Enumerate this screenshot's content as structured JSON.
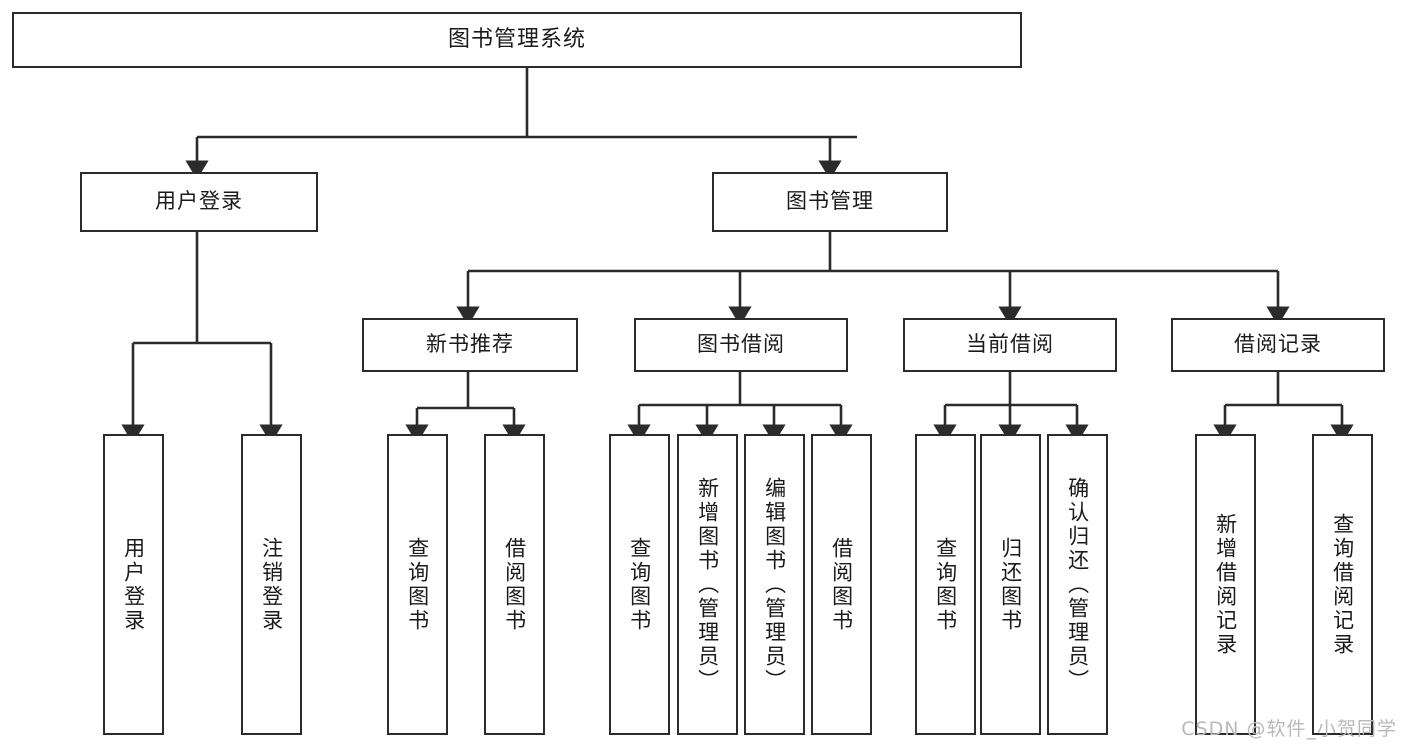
{
  "diagram": {
    "title": "图书管理系统",
    "type": "function-structure-tree",
    "watermark": "CSDN @软件_小贺同学",
    "colors": {
      "background": "#ffffff",
      "box_fill": "#ffffff",
      "box_stroke": "#2b2b2b",
      "connector": "#2b2b2b",
      "text": "#1a1a1a",
      "watermark": "#b9b9b9"
    }
  },
  "nodes": {
    "root": {
      "label": "图书管理系统",
      "level": 0,
      "orientation": "horizontal"
    },
    "level1": [
      {
        "id": "user-login",
        "label": "用户登录",
        "orientation": "horizontal"
      },
      {
        "id": "book-manage",
        "label": "图书管理",
        "orientation": "horizontal"
      }
    ],
    "level2": [
      {
        "id": "new-book-recommend",
        "label": "新书推荐",
        "orientation": "horizontal",
        "parent": "book-manage"
      },
      {
        "id": "book-borrow",
        "label": "图书借阅",
        "orientation": "horizontal",
        "parent": "book-manage"
      },
      {
        "id": "current-borrow",
        "label": "当前借阅",
        "orientation": "horizontal",
        "parent": "book-manage"
      },
      {
        "id": "borrow-record",
        "label": "借阅记录",
        "orientation": "horizontal",
        "parent": "book-manage"
      }
    ],
    "leaves": [
      {
        "id": "leaf-user-login",
        "label": "用户登录",
        "orientation": "vertical",
        "parent": "user-login"
      },
      {
        "id": "leaf-user-logout",
        "label": "注销登录",
        "orientation": "vertical",
        "parent": "user-login"
      },
      {
        "id": "leaf-query-book-1",
        "label": "查询图书",
        "orientation": "vertical",
        "parent": "new-book-recommend"
      },
      {
        "id": "leaf-borrow-book-1",
        "label": "借阅图书",
        "orientation": "vertical",
        "parent": "new-book-recommend"
      },
      {
        "id": "leaf-query-book-2",
        "label": "查询图书",
        "orientation": "vertical",
        "parent": "book-borrow"
      },
      {
        "id": "leaf-add-book",
        "label": "新增图书（管理员）",
        "orientation": "vertical",
        "parent": "book-borrow"
      },
      {
        "id": "leaf-edit-book",
        "label": "编辑图书（管理员）",
        "orientation": "vertical",
        "parent": "book-borrow"
      },
      {
        "id": "leaf-borrow-book-2",
        "label": "借阅图书",
        "orientation": "vertical",
        "parent": "book-borrow"
      },
      {
        "id": "leaf-query-book-3",
        "label": "查询图书",
        "orientation": "vertical",
        "parent": "current-borrow"
      },
      {
        "id": "leaf-return-book",
        "label": "归还图书",
        "orientation": "vertical",
        "parent": "current-borrow"
      },
      {
        "id": "leaf-confirm-return",
        "label": "确认归还（管理员）",
        "orientation": "vertical",
        "parent": "current-borrow"
      },
      {
        "id": "leaf-add-record",
        "label": "新增借阅记录",
        "orientation": "vertical",
        "parent": "borrow-record"
      },
      {
        "id": "leaf-query-record",
        "label": "查询借阅记录",
        "orientation": "vertical",
        "parent": "borrow-record"
      }
    ]
  }
}
